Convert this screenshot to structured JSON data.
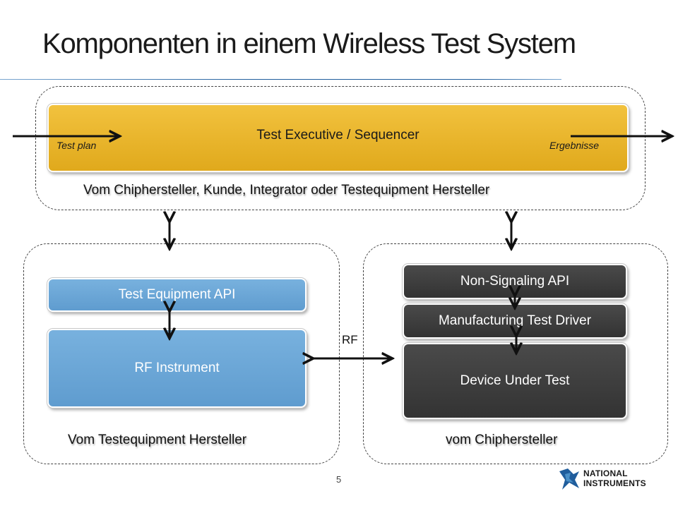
{
  "slide": {
    "title": "Komponenten in einem Wireless Test System",
    "page_number": "5"
  },
  "regions": {
    "top_label": "Vom Chiphersteller, Kunde, Integrator oder Testequipment Hersteller",
    "left_label": "Vom Testequipment Hersteller",
    "right_label": "vom Chiphersteller"
  },
  "blocks": {
    "sequencer": "Test Executive / Sequencer",
    "test_equipment_api": "Test Equipment API",
    "rf_instrument": "RF Instrument",
    "non_signaling_api": "Non-Signaling API",
    "manufacturing_test_driver": "Manufacturing Test Driver",
    "device_under_test": "Device Under Test"
  },
  "annotations": {
    "test_plan": "Test plan",
    "ergebnisse": "Ergebnisse",
    "rf": "RF"
  },
  "logo": {
    "line1": "NATIONAL",
    "line2": "INSTRUMENTS"
  },
  "colors": {
    "gold_block": "#e8b42a",
    "blue_block": "#6aa7d8",
    "dark_block": "#3c3c3c",
    "title_rule": "#1f5d9c"
  }
}
